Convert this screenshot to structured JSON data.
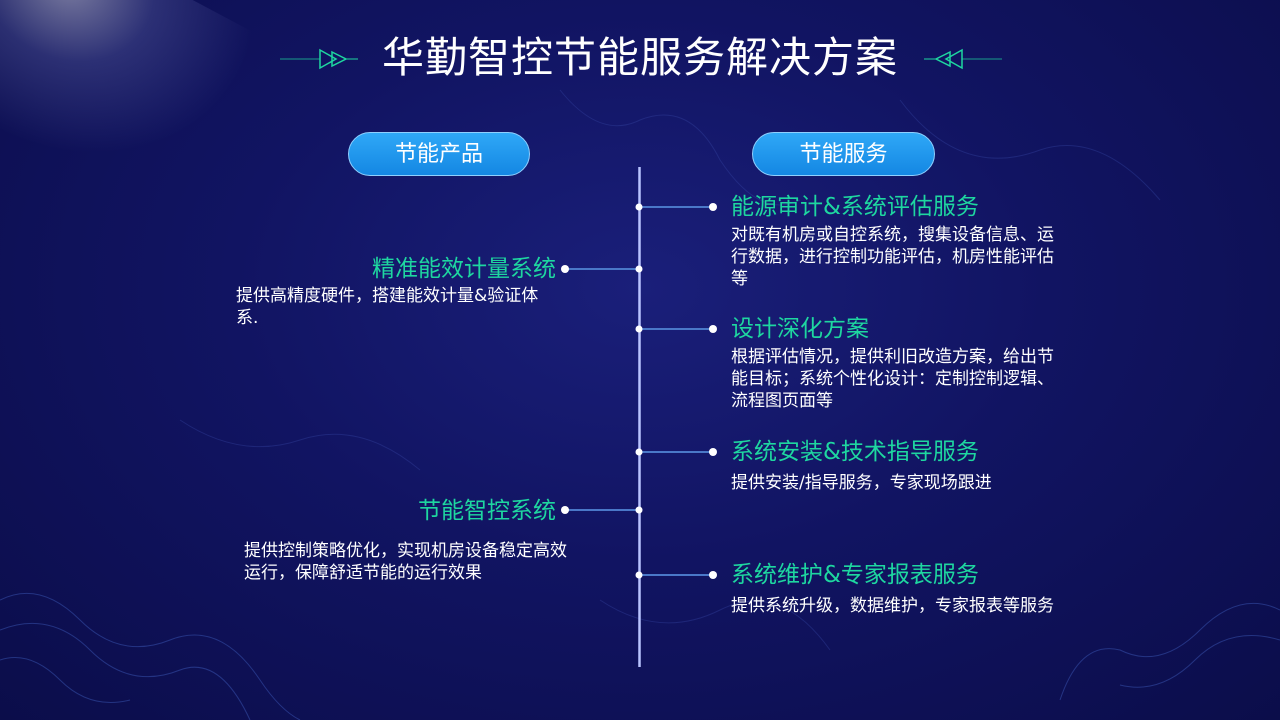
{
  "title": "华勤智控节能服务解决方案",
  "colors": {
    "accent_green": "#1ed7a0",
    "pill_blue": "#1e97ee",
    "line_blue": "#4a78c8",
    "background": "#111462"
  },
  "left": {
    "header": "节能产品",
    "items": [
      {
        "heading": "精准能效计量系统",
        "desc": "提供高精度硬件，搭建能效计量&验证体系."
      },
      {
        "heading": "节能智控系统",
        "desc": "提供控制策略优化，实现机房设备稳定高效运行，保障舒适节能的运行效果"
      }
    ]
  },
  "right": {
    "header": "节能服务",
    "items": [
      {
        "heading": "能源审计&系统评估服务",
        "desc": "对既有机房或自控系统，搜集设备信息、运行数据，进行控制功能评估，机房性能评估等"
      },
      {
        "heading": "设计深化方案",
        "desc": "根据评估情况，提供利旧改造方案，给出节能目标；系统个性化设计：定制控制逻辑、流程图页面等"
      },
      {
        "heading": "系统安装&技术指导服务",
        "desc": "提供安装/指导服务，专家现场跟进"
      },
      {
        "heading": "系统维护&专家报表服务",
        "desc": "提供系统升级，数据维护，专家报表等服务"
      }
    ]
  }
}
